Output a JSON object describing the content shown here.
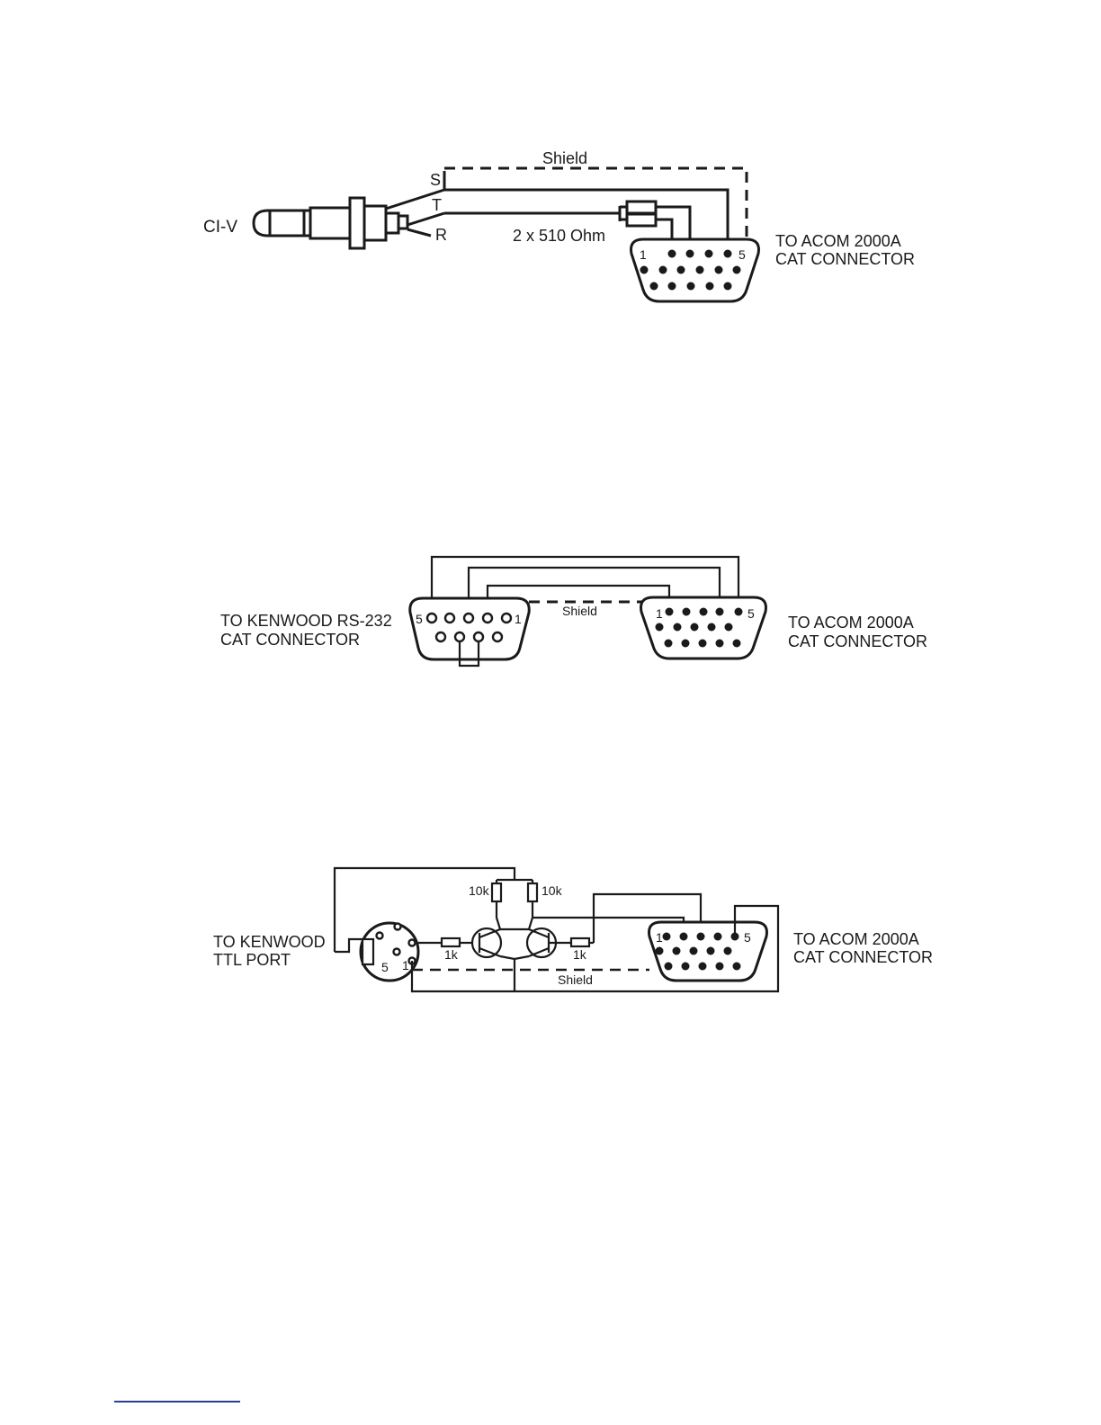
{
  "diagram1": {
    "plug_label": "CI-V",
    "pin_s": "S",
    "pin_t": "T",
    "pin_r": "R",
    "shield_label": "Shield",
    "resistor_label": "2 x 510 Ohm",
    "db15_pin_first": "1",
    "db15_pin_last": "5",
    "dest_line1": "TO ACOM 2000A",
    "dest_line2": "CAT CONNECTOR"
  },
  "diagram2": {
    "src_line1": "TO KENWOOD RS-232",
    "src_line2": "CAT CONNECTOR",
    "db9_pin_left": "5",
    "db9_pin_right": "1",
    "shield_label": "Shield",
    "db15_pin_first": "1",
    "db15_pin_last": "5",
    "dest_line1": "TO ACOM 2000A",
    "dest_line2": "CAT CONNECTOR"
  },
  "diagram3": {
    "src_line1": "TO KENWOOD",
    "src_line2": "TTL  PORT",
    "din_pin_5": "5",
    "din_pin_1": "1",
    "r_pullup_left": "10k",
    "r_pullup_right": "10k",
    "r_base_left": "1k",
    "r_base_right": "1k",
    "shield_label": "Shield",
    "db15_pin_first": "1",
    "db15_pin_last": "5",
    "dest_line1": "TO ACOM 2000A",
    "dest_line2": "CAT CONNECTOR"
  }
}
